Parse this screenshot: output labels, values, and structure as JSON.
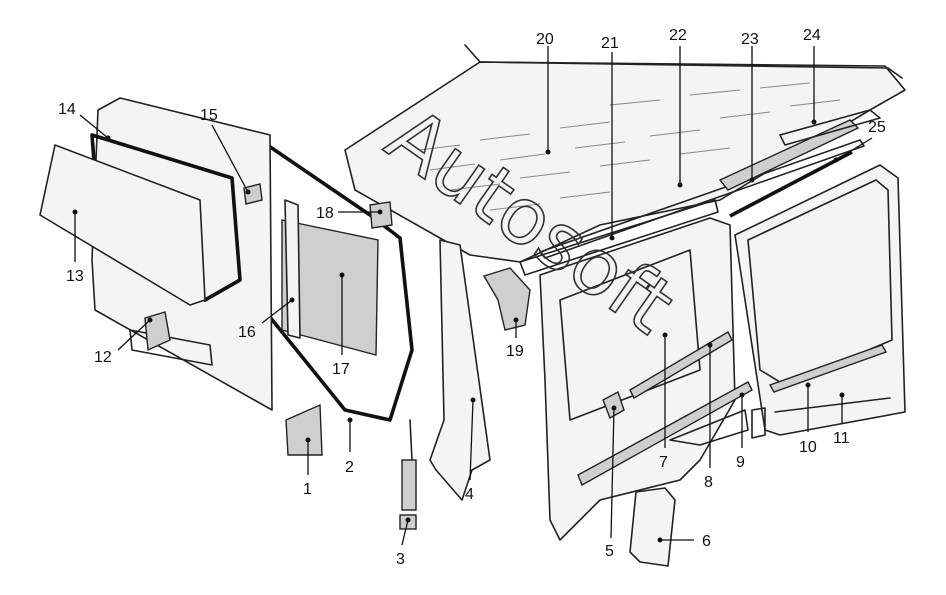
{
  "diagram": {
    "watermark": "Autosoft",
    "callouts": [
      {
        "id": "1",
        "label": "1"
      },
      {
        "id": "2",
        "label": "2"
      },
      {
        "id": "3",
        "label": "3"
      },
      {
        "id": "4",
        "label": "4"
      },
      {
        "id": "5",
        "label": "5"
      },
      {
        "id": "6",
        "label": "6"
      },
      {
        "id": "7",
        "label": "7"
      },
      {
        "id": "8",
        "label": "8"
      },
      {
        "id": "9",
        "label": "9"
      },
      {
        "id": "10",
        "label": "10"
      },
      {
        "id": "11",
        "label": "11"
      },
      {
        "id": "12",
        "label": "12"
      },
      {
        "id": "13",
        "label": "13"
      },
      {
        "id": "14",
        "label": "14"
      },
      {
        "id": "15",
        "label": "15"
      },
      {
        "id": "16",
        "label": "16"
      },
      {
        "id": "17",
        "label": "17"
      },
      {
        "id": "18",
        "label": "18"
      },
      {
        "id": "19",
        "label": "19"
      },
      {
        "id": "20",
        "label": "20"
      },
      {
        "id": "21",
        "label": "21"
      },
      {
        "id": "22",
        "label": "22"
      },
      {
        "id": "23",
        "label": "23"
      },
      {
        "id": "24",
        "label": "24"
      },
      {
        "id": "25",
        "label": "25"
      }
    ]
  }
}
